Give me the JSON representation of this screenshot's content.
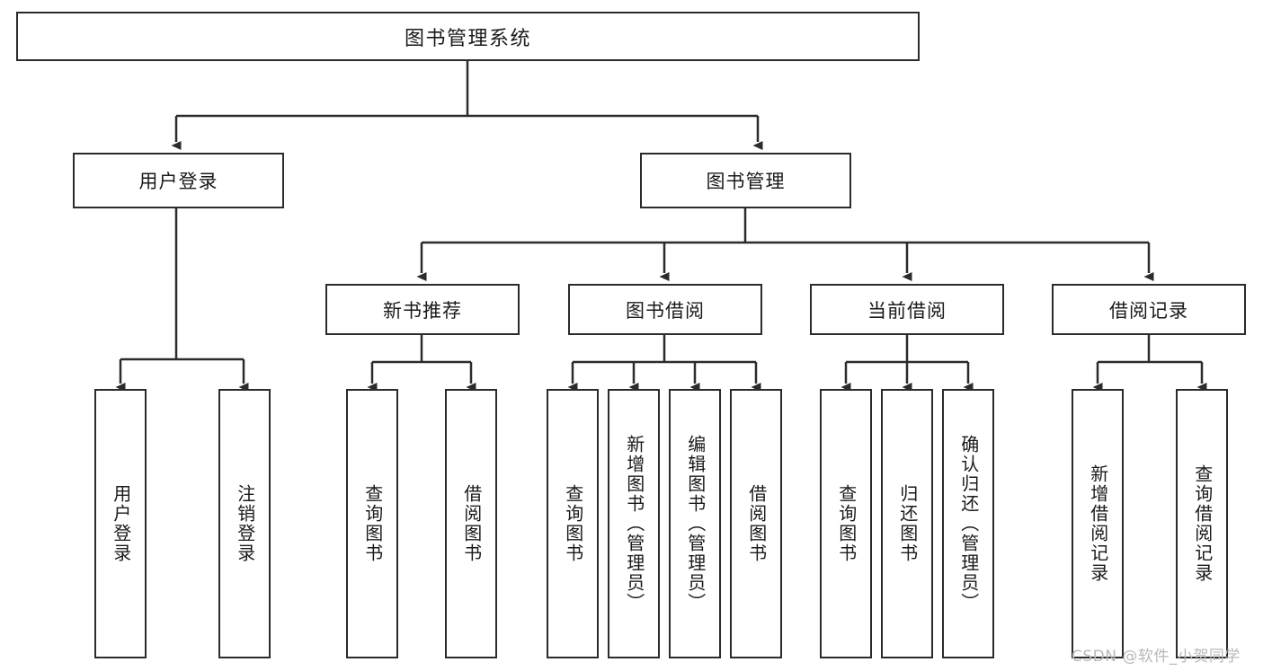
{
  "diagram": {
    "type": "tree-hierarchy",
    "title": "图书管理系统",
    "watermark": "CSDN @软件_小贺同学",
    "colors": {
      "stroke": "#2b2b2b",
      "fill": "#ffffff",
      "text": "#1a1a1a",
      "watermark": "#b9b9b9"
    },
    "nodes": {
      "root": "图书管理系统",
      "level2": [
        "用户登录",
        "图书管理"
      ],
      "level3": [
        "新书推荐",
        "图书借阅",
        "当前借阅",
        "借阅记录"
      ],
      "leaves": {
        "user_login": [
          "用户登录",
          "注销登录"
        ],
        "new_book_recommend": [
          "查询图书",
          "借阅图书"
        ],
        "book_borrow": [
          "查询图书",
          "新增图书（管理员）",
          "编辑图书（管理员）",
          "借阅图书"
        ],
        "current_borrow": [
          "查询图书",
          "归还图书",
          "确认归还（管理员）"
        ],
        "borrow_record": [
          "新增借阅记录",
          "查询借阅记录"
        ]
      }
    }
  }
}
